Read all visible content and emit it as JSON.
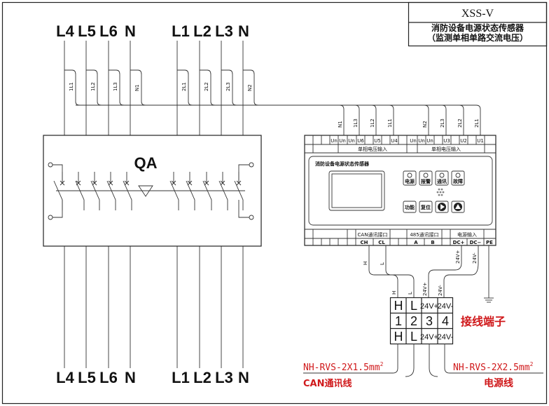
{
  "title_block": {
    "model": "XSS-V",
    "name": "消防设备电源状态传感器",
    "subtitle": "（监测单相单路交流电压）"
  },
  "top_terminals": {
    "group_left": [
      "L4",
      "L5",
      "L6",
      "N"
    ],
    "group_right": [
      "L1",
      "L2",
      "L3",
      "N"
    ]
  },
  "bottom_terminals": {
    "group_left": [
      "L4",
      "L5",
      "L6",
      "N"
    ],
    "group_right": [
      "L1",
      "L2",
      "L3",
      "N"
    ]
  },
  "wire_tags_left": [
    "1L1",
    "1L2",
    "1L3",
    "N1",
    "2L1",
    "2L2",
    "2L3",
    "N2"
  ],
  "wire_tags_device": [
    "N1",
    "1L3",
    "1L2",
    "1L1",
    "N2",
    "2L3",
    "2L2",
    "2L1"
  ],
  "breaker": {
    "label": "QA"
  },
  "device": {
    "top_row_left": [
      "Un",
      "Un",
      "Un",
      "U6",
      "U5",
      "U4"
    ],
    "top_row_right": [
      "Un",
      "Un",
      "Un",
      "U3",
      "U2",
      "U1"
    ],
    "input_label_left": "单相电压输入",
    "input_label_right": "单相电压输入",
    "panel_title": "消防设备电源状态传感器",
    "indicators": [
      "电源",
      "报警",
      "通讯",
      "故障"
    ],
    "buttons": [
      "功能",
      "复位"
    ],
    "arrow_buttons": [
      "right-arrow",
      "up-arrow"
    ],
    "bottom_group_labels": [
      "CAN通讯接口",
      "485通讯接口",
      "电源输入"
    ],
    "bottom_cells": [
      "CH",
      "CL",
      "A",
      "B",
      "DC+",
      "DC−",
      "PE"
    ]
  },
  "wire_labels": {
    "can_h": "H",
    "can_l": "L",
    "pwr_pos": "24V+",
    "pwr_neg": "24V-"
  },
  "terminal_block": {
    "rows": [
      [
        "H",
        "L",
        "24V+",
        "24V-"
      ],
      [
        "1",
        "2",
        "3",
        "4"
      ],
      [
        "H",
        "L",
        "24V+",
        "24V-"
      ]
    ],
    "label": "接线端子"
  },
  "cables": {
    "can_spec": "NH-RVS-2X1.5mm",
    "can_spec_sup": "2",
    "can_name": "CAN通讯线",
    "power_spec": "NH-RVS-2X2.5mm",
    "power_spec_sup": "2",
    "power_name": "电源线"
  },
  "colors": {
    "line": "#222222",
    "accent_red": "#d0191b"
  }
}
